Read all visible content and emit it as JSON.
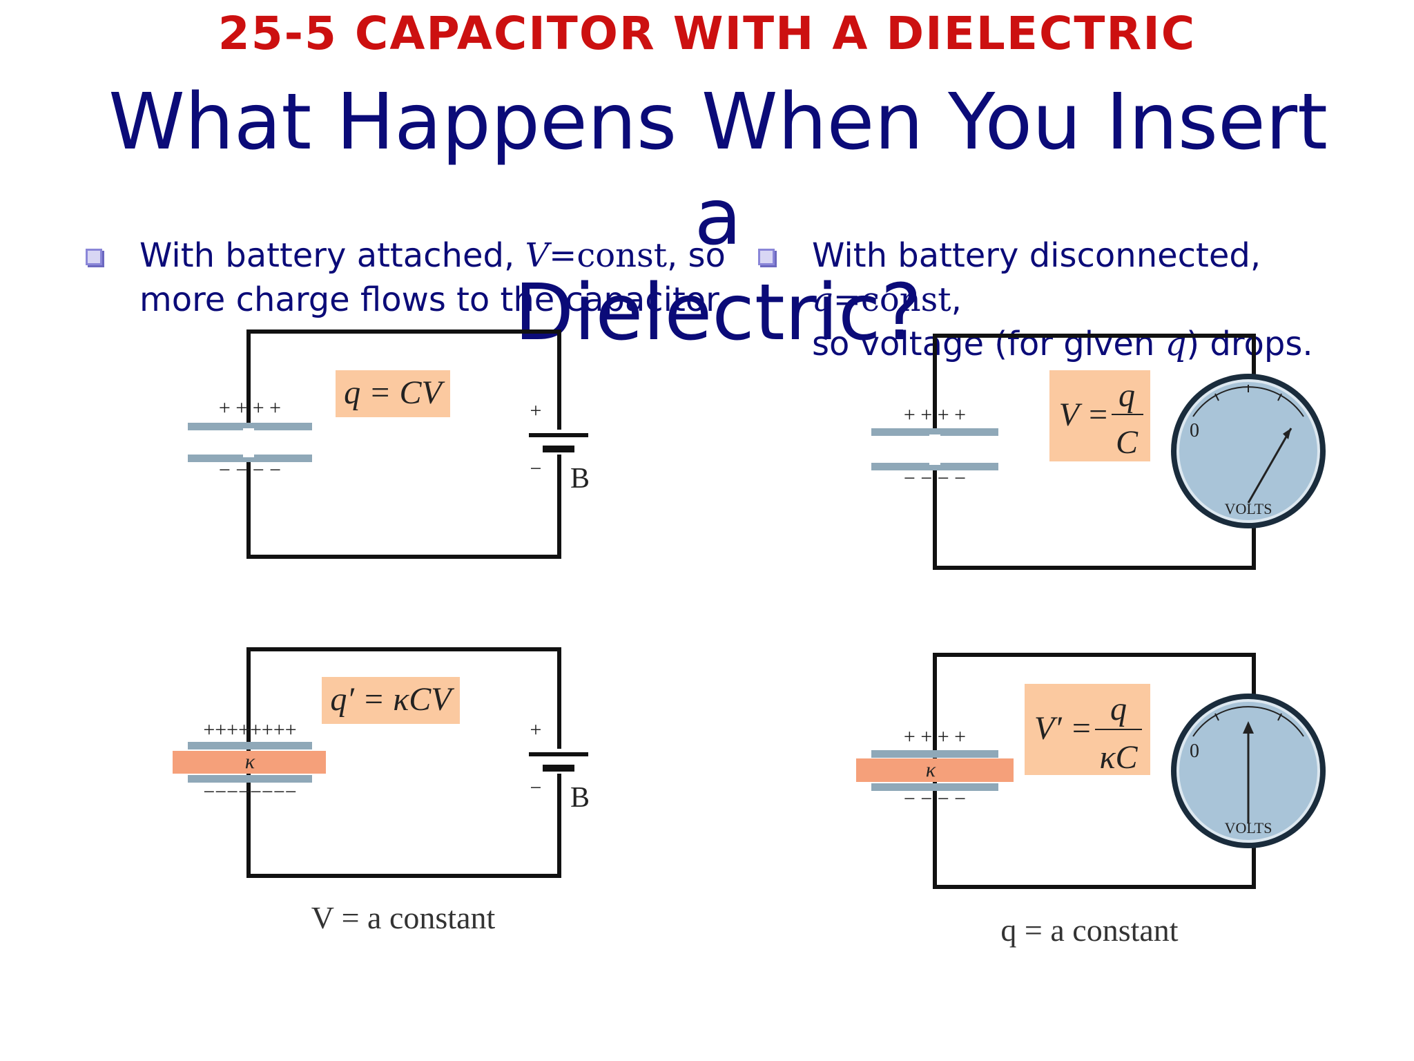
{
  "section_title": "25-5 CAPACITOR WITH A DIELECTRIC",
  "title_line1": "What Happens When You Insert a",
  "title_line2": "Dielectric?",
  "left_bullet": {
    "pre": "With battery attached, ",
    "var": "V",
    "eq": "=const",
    "post_line1": ", so",
    "line2": "more charge flows to the capacitor"
  },
  "right_bullet": {
    "pre": "With battery disconnected, ",
    "var": "q",
    "eq": "=const",
    "post_line1": ",",
    "line2_pre": "so voltage (for given ",
    "line2_var": "q",
    "line2_post": ") drops."
  },
  "diagrams": {
    "top_left_formula": "q = CV",
    "bottom_left_formula": "q′ = κCV",
    "top_right_formula_lhs": "V =",
    "top_right_formula_num": "q",
    "top_right_formula_den": "C",
    "bottom_right_formula_lhs": "V′ =",
    "bottom_right_formula_num": "q",
    "bottom_right_formula_den": "κC",
    "battery_label": "B",
    "plus_sign": "+",
    "minus_sign": "−",
    "kappa": "κ",
    "meter_zero": "0",
    "meter_label": "VOLTS",
    "plates_plus_4": "+ + + +",
    "plates_minus_4": "− − − −",
    "plates_plus_8": "++++++++",
    "plates_minus_8": "−−−−−−−−",
    "caption_left": "V = a constant",
    "caption_right": "q = a constant"
  },
  "colors": {
    "section_title": "#cc1010",
    "title": "#0b0b78",
    "formula_box": "#fbc9a0",
    "plate": "#8fa8b8",
    "dielectric": "#f5a07a",
    "meter_face": "#a9c4d8"
  }
}
